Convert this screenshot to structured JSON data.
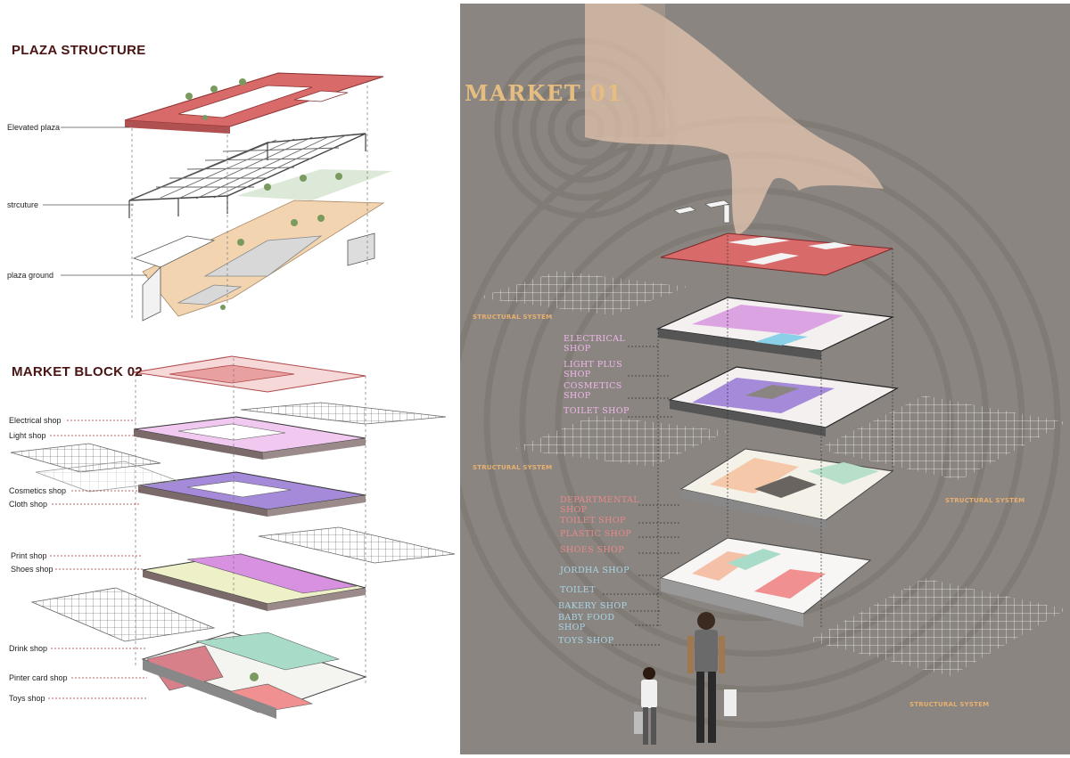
{
  "colors": {
    "title_dark": "#4a1414",
    "plaza_red": "#d86a6a",
    "plaza_ground": "#f2d4b0",
    "violet": "#a48ad8",
    "magenta": "#d890e0",
    "pale_yellow": "#eef0c8",
    "teal": "#a8dcc8",
    "grey_panel": "#8a8580",
    "market_title": "#e6bd80",
    "struct_label": "#e8b070"
  },
  "plaza": {
    "title": "PLAZA STRUCTURE",
    "labels": [
      "Elevated plaza",
      "strcuture",
      "plaza ground"
    ]
  },
  "block02": {
    "title": "MARKET BLOCK 02",
    "labels": [
      "Electrical shop",
      "Light shop",
      "Cosmetics shop",
      "Cloth shop",
      "Print shop",
      "Shoes shop",
      "Drink shop",
      "Pinter card shop",
      "Toys shop"
    ]
  },
  "market01": {
    "title": "MARKET 01",
    "structural_label": "STRUCTURAL SYSTEM",
    "upper_labels": [
      "ELECTRICAL SHOP",
      "LIGHT PLUS SHOP",
      "COSMETICS SHOP",
      "TOILET SHOP"
    ],
    "middle_labels": [
      "DEPARTMENTAL SHOP",
      "TOILET SHOP",
      "PLASTIC SHOP",
      "SHOES SHOP"
    ],
    "lower_labels": [
      "JORDHA SHOP",
      "TOILET",
      "BAKERY SHOP",
      "BABY FOOD SHOP",
      "TOYS SHOP"
    ]
  }
}
